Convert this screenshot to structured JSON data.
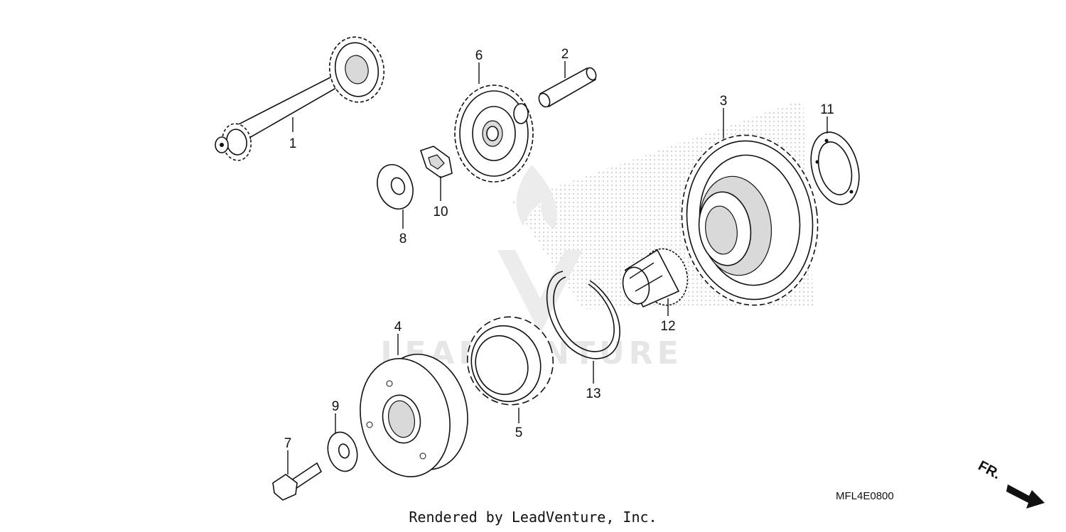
{
  "diagram": {
    "watermark_text": "LEADVENTURE",
    "parts": [
      {
        "number": "1"
      },
      {
        "number": "2"
      },
      {
        "number": "3"
      },
      {
        "number": "4"
      },
      {
        "number": "5"
      },
      {
        "number": "6"
      },
      {
        "number": "7"
      },
      {
        "number": "8"
      },
      {
        "number": "9"
      },
      {
        "number": "10"
      },
      {
        "number": "11"
      },
      {
        "number": "12"
      },
      {
        "number": "13"
      }
    ],
    "direction_label": "FR.",
    "diagram_code": "MFL4E0800",
    "credit": "Rendered by LeadVenture, Inc."
  },
  "icons": {
    "direction_arrow": "front-direction-arrow-icon",
    "watermark_logo": "leadventure-flame-logo"
  }
}
